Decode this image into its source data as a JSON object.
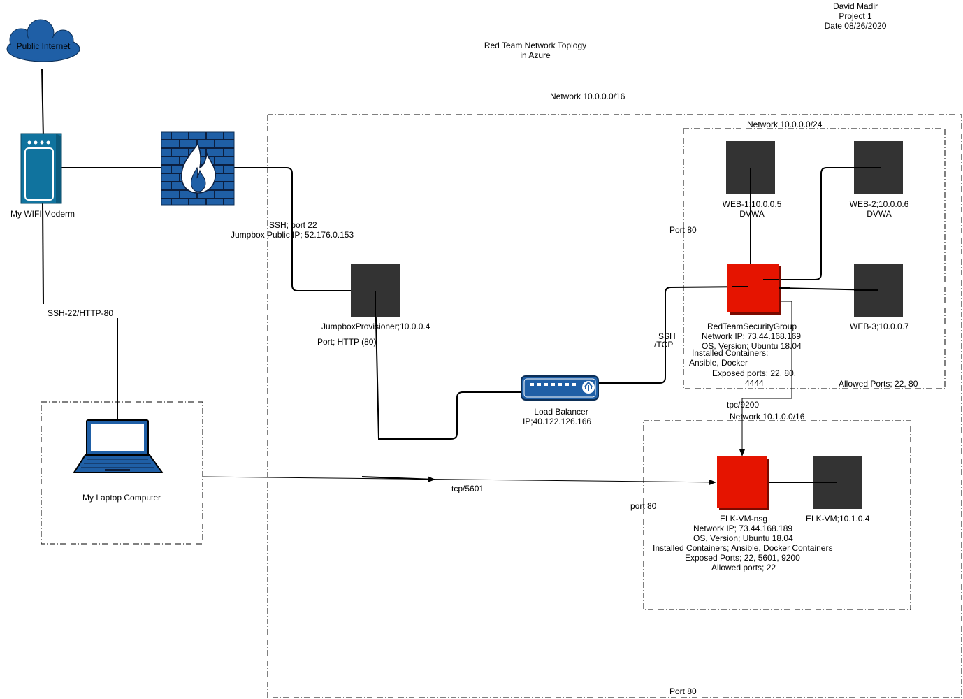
{
  "header": {
    "author": "David Madir",
    "project": "Project 1",
    "date": "Date 08/26/2020"
  },
  "title": {
    "line1": "Red Team Network Toplogy",
    "line2": "in Azure"
  },
  "networks": {
    "outer": "Network 10.0.0.0/16",
    "web_subnet": "Network 10.0.0.0/24",
    "elk_subnet": "Network 10.1.0.0/16"
  },
  "internet": {
    "label": "Public Internet",
    "color": "#1f5fa6"
  },
  "modem": {
    "label": "My WIFI Moderm"
  },
  "firewall": {
    "label": ""
  },
  "laptop": {
    "label": "My Laptop Computer"
  },
  "jumpbox": {
    "label": "JumpboxProvisioner;10.0.0.4"
  },
  "load_balancer": {
    "line1": "Load Balancer",
    "line2": "IP;40.122.126.166"
  },
  "red_team_nsg": {
    "line1": "RedTeamSecurityGroup",
    "line2": "Network IP; 73.44.168.169",
    "line3": "OS, Version; Ubuntu 18.04",
    "line4": "Installed Containers;",
    "line5": "Ansible, Docker",
    "line6": "Exposed ports; 22, 80,",
    "line7": "4444",
    "allowed": "Allowed Ports; 22, 80",
    "color": "#e51400"
  },
  "web1": {
    "line1": "WEB-1;10.0.0.5",
    "line2": "DVWA"
  },
  "web2": {
    "line1": "WEB-2;10.0.0.6",
    "line2": "DVWA"
  },
  "web3": {
    "line1": "WEB-3;10.0.0.7"
  },
  "elk_nsg": {
    "line1": "ELK-VM-nsg",
    "line2": "Network IP; 73.44.168.189",
    "line3": "OS, Version; Ubuntu 18.04",
    "line4": "Installed Containers; Ansible, Docker Containers",
    "line5": "Exposed Ports; 22, 5601, 9200",
    "line6": "Allowed ports; 22",
    "color": "#e51400"
  },
  "elk_vm": {
    "label": "ELK-VM;10.1.0.4"
  },
  "edge_labels": {
    "ssh_port22": "SSH; port 22",
    "jumpbox_public_ip": "Jumpbox Public IP;  52.176.0.153",
    "ssh_http": "SSH-22/HTTP-80",
    "port_http80": "Port; HTTP (80)",
    "ssh": "SSH",
    "tcp": "/TCP",
    "port80_web": "Port 80",
    "tpc9200": "tpc/9200",
    "tcp5601": "tcp/5601",
    "port80_elk": "port 80",
    "port80_bottom": "Port 80"
  },
  "colors": {
    "device_dark": "#333333",
    "device_blue": "#1f5fa6",
    "modem_blue": "#10739e",
    "nsg_red": "#e51400"
  },
  "icons": [
    "cloud-icon",
    "modem-icon",
    "firewall-icon",
    "laptop-icon",
    "load-balancer-icon",
    "server-icon",
    "nsg-icon"
  ]
}
